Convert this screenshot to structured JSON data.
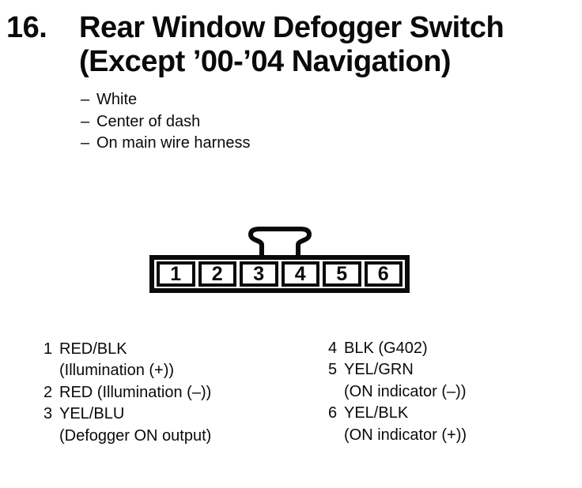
{
  "header": {
    "item_number": "16.",
    "title_line1": "Rear Window Defogger Switch",
    "title_line2": "(Except ’00-’04 Navigation)"
  },
  "notes": {
    "bullet": "–",
    "items": [
      "White",
      "Center of dash",
      "On main wire harness"
    ]
  },
  "connector": {
    "pins": [
      "1",
      "2",
      "3",
      "4",
      "5",
      "6"
    ]
  },
  "pin_legend": {
    "left": [
      {
        "num": "1",
        "wire": "RED/BLK",
        "function": "(Illumination (+))"
      },
      {
        "num": "2",
        "wire": "RED (Illumination (–))"
      },
      {
        "num": "3",
        "wire": "YEL/BLU",
        "function": "(Defogger ON output)"
      }
    ],
    "right": [
      {
        "num": "4",
        "wire": "BLK (G402)"
      },
      {
        "num": "5",
        "wire": "YEL/GRN",
        "function": "(ON indicator (–))"
      },
      {
        "num": "6",
        "wire": "YEL/BLK",
        "function": "(ON indicator (+))"
      }
    ]
  },
  "colors": {
    "ink": "#0a0a0a",
    "paper": "#ffffff"
  }
}
